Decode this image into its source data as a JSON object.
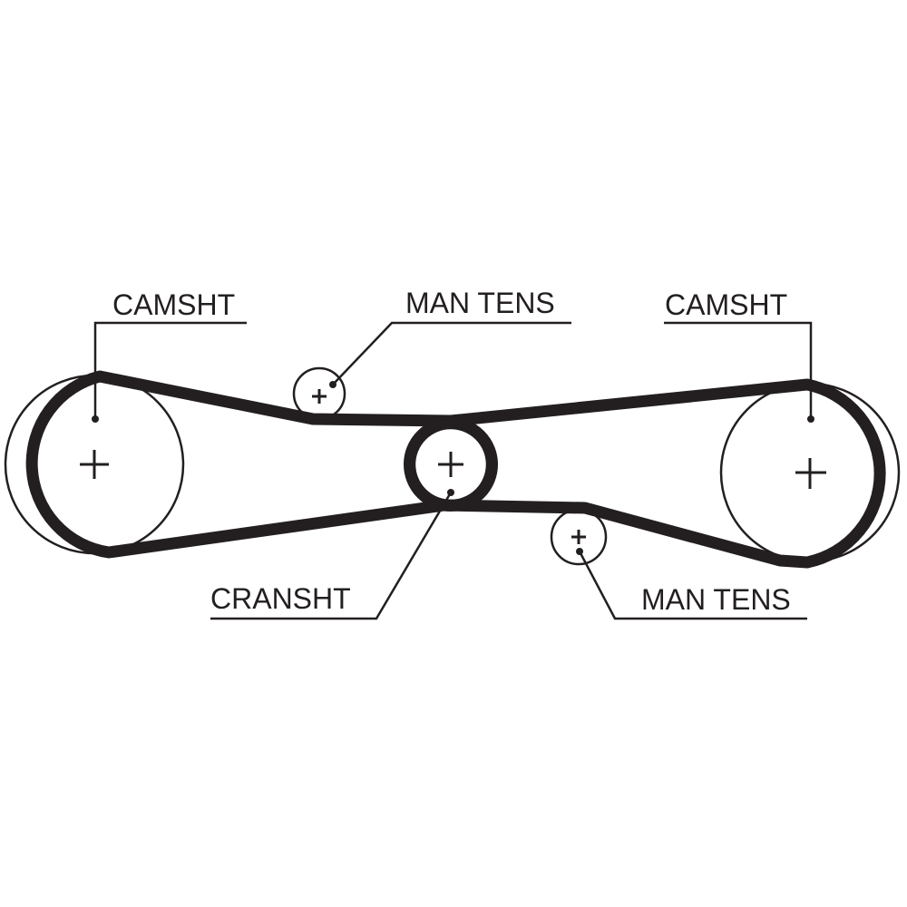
{
  "diagram": {
    "type": "timing-belt-routing",
    "components": [
      {
        "id": "camshaft-left",
        "label": "CAMSHT"
      },
      {
        "id": "tensioner-upper",
        "label": "MAN TENS"
      },
      {
        "id": "camshaft-right",
        "label": "CAMSHT"
      },
      {
        "id": "crankshaft",
        "label": "CRANSHT"
      },
      {
        "id": "tensioner-lower",
        "label": "MAN TENS"
      }
    ],
    "colors": {
      "ink": "#231f20",
      "background": "#ffffff"
    }
  }
}
